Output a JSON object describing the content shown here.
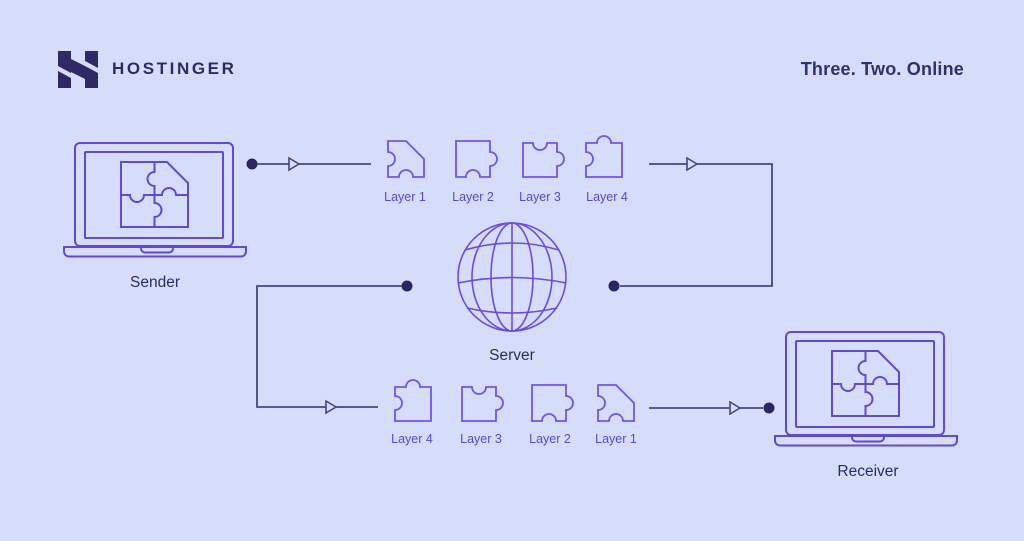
{
  "colors": {
    "background": "#d5ddfb",
    "brand_ink": "#2f2a66",
    "laptop_outline": "#6347d9",
    "puzzle_outline": "#7452ec",
    "globe_outline": "#6d49e9",
    "flow_line": "#4a4480",
    "flow_dot": "#2c2660",
    "layer_label": "#5847e2"
  },
  "header": {
    "brand": "HOSTINGER",
    "tagline": "Three. Two. Online"
  },
  "diagram": {
    "sender": {
      "label": "Sender"
    },
    "server": {
      "label": "Server"
    },
    "receiver": {
      "label": "Receiver"
    },
    "top_flow": {
      "layers": [
        "Layer 1",
        "Layer 2",
        "Layer 3",
        "Layer 4"
      ]
    },
    "bottom_flow": {
      "layers": [
        "Layer 4",
        "Layer 3",
        "Layer 2",
        "Layer 1"
      ]
    }
  }
}
